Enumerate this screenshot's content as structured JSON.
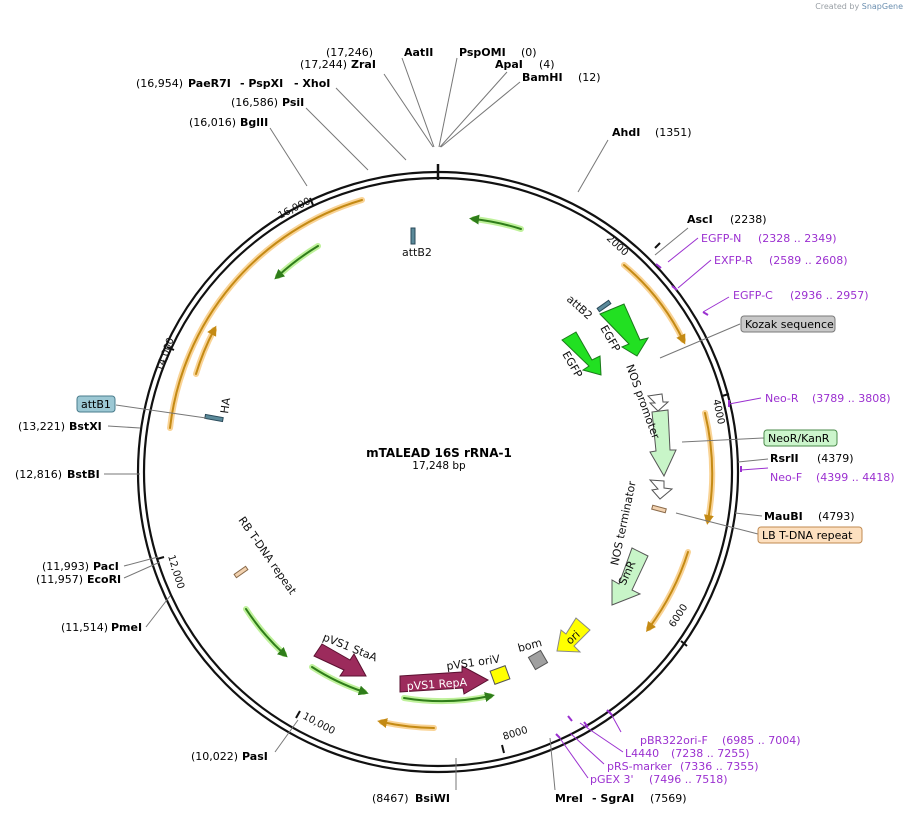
{
  "watermark": {
    "prefix": "Created by",
    "brand": "SnapGene"
  },
  "plasmid": {
    "name": "mTALEAD 16S rRNA-1",
    "length_label": "17,248 bp"
  },
  "ticks": [
    {
      "label": "2000",
      "name": "tick-2000"
    },
    {
      "label": "4000",
      "name": "tick-4000"
    },
    {
      "label": "6000",
      "name": "tick-6000"
    },
    {
      "label": "8000",
      "name": "tick-8000"
    },
    {
      "label": "10,000",
      "name": "tick-10000"
    },
    {
      "label": "12,000",
      "name": "tick-12000"
    },
    {
      "label": "14,000",
      "name": "tick-14000"
    },
    {
      "label": "16,000",
      "name": "tick-16000"
    }
  ],
  "sites": [
    {
      "name": "site-aatii",
      "enzyme": "AatII",
      "pos": "(17,246)"
    },
    {
      "name": "site-zrai",
      "enzyme": "ZraI",
      "pos": "(17,244)"
    },
    {
      "name": "site-pspomi",
      "enzyme": "PspOMI",
      "pos": "(0)"
    },
    {
      "name": "site-apai",
      "enzyme": "ApaI",
      "pos": "(4)"
    },
    {
      "name": "site-bamhi",
      "enzyme": "BamHI",
      "pos": "(12)"
    },
    {
      "name": "site-paer7i",
      "enzyme": "PaeR7I",
      "pos": "(16,954)"
    },
    {
      "name": "site-pspxi",
      "enzyme": "- PspXI",
      "pos": ""
    },
    {
      "name": "site-xhoi",
      "enzyme": "- XhoI",
      "pos": ""
    },
    {
      "name": "site-psii",
      "enzyme": "PsiI",
      "pos": "(16,586)"
    },
    {
      "name": "site-bglii",
      "enzyme": "BglII",
      "pos": "(16,016)"
    },
    {
      "name": "site-ahdi",
      "enzyme": "AhdI",
      "pos": "(1351)"
    },
    {
      "name": "site-asci",
      "enzyme": "AscI",
      "pos": "(2238)"
    },
    {
      "name": "site-rsrii",
      "enzyme": "RsrII",
      "pos": "(4379)"
    },
    {
      "name": "site-maubi",
      "enzyme": "MauBI",
      "pos": "(4793)"
    },
    {
      "name": "site-mrei",
      "enzyme": "MreI",
      "pos": ""
    },
    {
      "name": "site-sgrai",
      "enzyme": "- SgrAI",
      "pos": "(7569)"
    },
    {
      "name": "site-bsiwi",
      "enzyme": "BsiWI",
      "pos": "(8467)"
    },
    {
      "name": "site-pasi",
      "enzyme": "PasI",
      "pos": "(10,022)"
    },
    {
      "name": "site-pmei",
      "enzyme": "PmeI",
      "pos": "(11,514)"
    },
    {
      "name": "site-paci",
      "enzyme": "PacI",
      "pos": "(11,993)"
    },
    {
      "name": "site-ecori",
      "enzyme": "EcoRI",
      "pos": "(11,957)"
    },
    {
      "name": "site-bstbi",
      "enzyme": "BstBI",
      "pos": "(12,816)"
    },
    {
      "name": "site-bstxi",
      "enzyme": "BstXI",
      "pos": "(13,221)"
    }
  ],
  "primers": [
    {
      "name": "primer-egfp-n",
      "label": "EGFP-N",
      "range": "(2328 .. 2349)"
    },
    {
      "name": "primer-exfp-r",
      "label": "EXFP-R",
      "range": "(2589 .. 2608)"
    },
    {
      "name": "primer-egfp-c",
      "label": "EGFP-C",
      "range": "(2936 .. 2957)"
    },
    {
      "name": "primer-neo-r",
      "label": "Neo-R",
      "range": "(3789 .. 3808)"
    },
    {
      "name": "primer-neo-f",
      "label": "Neo-F",
      "range": "(4399 .. 4418)"
    },
    {
      "name": "primer-pbr322ori-f",
      "label": "pBR322ori-F",
      "range": "(6985 .. 7004)"
    },
    {
      "name": "primer-l4440",
      "label": "L4440",
      "range": "(7238 .. 7255)"
    },
    {
      "name": "primer-prs-marker",
      "label": "pRS-marker",
      "range": "(7336 .. 7355)"
    },
    {
      "name": "primer-pgex3",
      "label": "pGEX 3'",
      "range": "(7496 .. 7518)"
    }
  ],
  "boxed_features": [
    {
      "name": "feature-kozak",
      "label": "Kozak sequence",
      "fill": "#c8c8c8",
      "stroke": "#7a7a7a"
    },
    {
      "name": "feature-neor-kanr",
      "label": "NeoR/KanR",
      "fill": "#ccf5cc",
      "stroke": "#4a8a4a"
    },
    {
      "name": "feature-lb-tdna",
      "label": "LB T-DNA repeat",
      "fill": "#fde0c0",
      "stroke": "#c08a50"
    },
    {
      "name": "feature-attb1",
      "label": "attB1",
      "fill": "#9cc8d4",
      "stroke": "#4a7c8c"
    }
  ],
  "inner_labels": [
    {
      "name": "label-attb2-top",
      "text": "attB2"
    },
    {
      "name": "label-attb2-egfp",
      "text": "attB2"
    },
    {
      "name": "label-egfp-1",
      "text": "EGFP"
    },
    {
      "name": "label-egfp-2",
      "text": "EGFP"
    },
    {
      "name": "label-nos-promoter",
      "text": "NOS promoter"
    },
    {
      "name": "label-nos-terminator",
      "text": "NOS terminator"
    },
    {
      "name": "label-smr",
      "text": "SmR"
    },
    {
      "name": "label-ori",
      "text": "ori"
    },
    {
      "name": "label-bom",
      "text": "bom"
    },
    {
      "name": "label-pvs1-oriv",
      "text": "pVS1 oriV"
    },
    {
      "name": "label-pvs1-repa",
      "text": "pVS1 RepA"
    },
    {
      "name": "label-pvs1-staa",
      "text": "pVS1 StaA"
    },
    {
      "name": "label-rb-tdna",
      "text": "RB T-DNA repeat"
    },
    {
      "name": "label-ha",
      "text": "HA"
    }
  ],
  "colors": {
    "enzyme": "#000000",
    "primer": "#9b30d0",
    "orf_fill": "#f2e3b0",
    "orf_stroke": "#c48a14",
    "orf_glow": "#f7c87a",
    "green_arrow": "#2f7d1a",
    "green_glow": "#b8f090",
    "egfp": "#22e022",
    "pvs1": "#9c2b5c",
    "ori": "#ffff00",
    "bom": "#a0a0a0",
    "promoter": "#ffffff"
  }
}
